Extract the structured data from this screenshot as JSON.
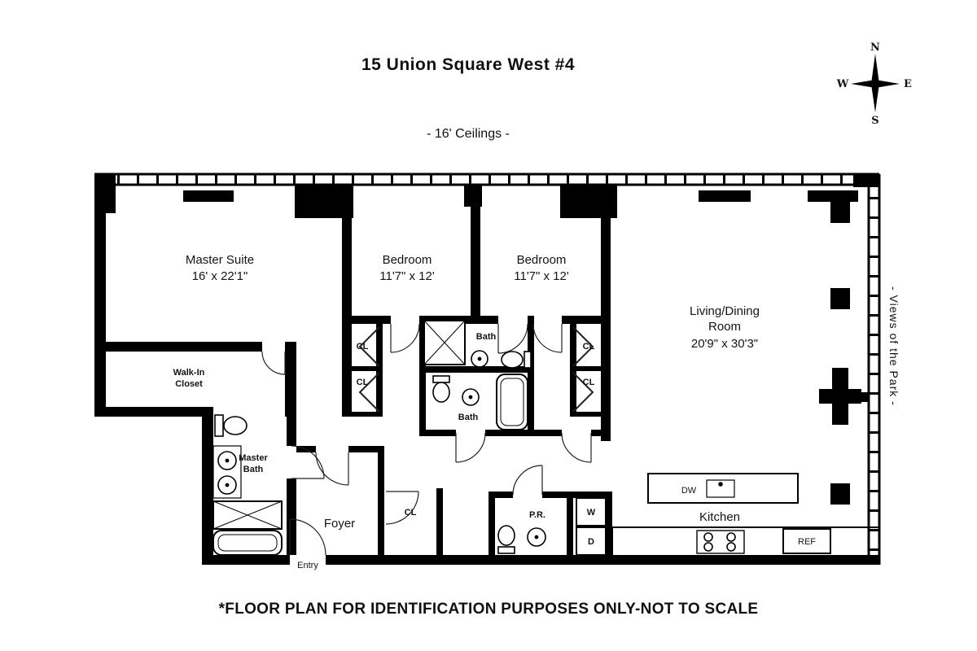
{
  "header": {
    "title": "15 Union Square West #4",
    "subtitle": "- 16' Ceilings -"
  },
  "compass": {
    "north": "N",
    "south": "S",
    "east": "E",
    "west": "W"
  },
  "side_note": "- Views of the Park -",
  "footer": "*FLOOR PLAN FOR IDENTIFICATION PURPOSES ONLY-NOT TO SCALE",
  "rooms": {
    "master_suite": {
      "name": "Master Suite",
      "dims": "16' x 22'1\""
    },
    "bedroom1": {
      "name": "Bedroom",
      "dims": "11'7\" x 12'"
    },
    "bedroom2": {
      "name": "Bedroom",
      "dims": "11'7\" x 12'"
    },
    "living_dining": {
      "line1": "Living/Dining",
      "line2": "Room",
      "dims": "20'9\" x 30'3\""
    },
    "walk_in_closet": {
      "line1": "Walk-In",
      "line2": "Closet"
    },
    "master_bath": {
      "line1": "Master",
      "line2": "Bath"
    },
    "bath": "Bath",
    "foyer": "Foyer",
    "entry": "Entry",
    "kitchen": "Kitchen",
    "powder_room": "P.R.",
    "closet": "CL"
  },
  "appliances": {
    "dishwasher": "DW",
    "refrigerator": "REF",
    "washer": "W",
    "dryer": "D"
  }
}
